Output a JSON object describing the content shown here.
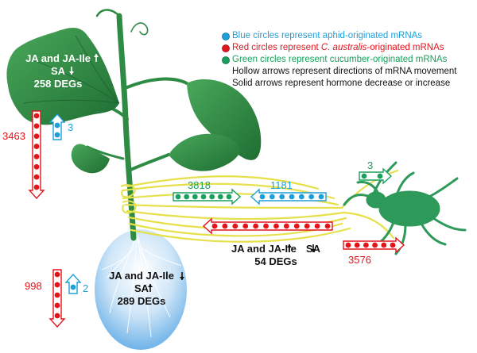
{
  "legend": [
    {
      "text_before": "Blue circles represent aphid-originated mRNAs",
      "italic": "",
      "text_after": "",
      "color": "#1e9fd9"
    },
    {
      "text_before": "Red circles represent ",
      "italic": "C. australis",
      "text_after": "-originated mRNAs",
      "color": "#e3141b"
    },
    {
      "text_before": "Green circles represent cucumber-originated mRNAs",
      "italic": "",
      "text_after": "",
      "color": "#19a05c"
    },
    {
      "text_before": "Hollow arrows represent directions of mRNA movement",
      "italic": "",
      "text_after": "",
      "color": ""
    },
    {
      "text_before": "Solid arrows represent hormone decrease or increase",
      "italic": "",
      "text_after": "",
      "color": ""
    }
  ],
  "leaf": {
    "line1": "JA and JA-Ile",
    "line2": "SA",
    "line3": "258 DEGs"
  },
  "root": {
    "line1": "JA and JA-Ile",
    "line2": "SA",
    "line3": "289 DEGs"
  },
  "stem": {
    "line1a": "JA and JA-Ile",
    "line1b": "SA",
    "line2": "54 DEGs"
  },
  "counts": {
    "leaf_red": "3463",
    "leaf_blue": "3",
    "stem_green": "3818",
    "stem_blue": "1181",
    "aphid_green": "3",
    "aphid_red": "3576",
    "root_red": "998",
    "root_blue": "2"
  },
  "colors": {
    "blue": "#1e9fd9",
    "red": "#e3141b",
    "green": "#19a05c",
    "leaf": "#2e8b43",
    "haustoria": "#e6e04a"
  }
}
